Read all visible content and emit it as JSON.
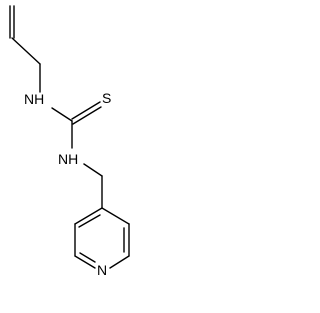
{
  "molecule": {
    "atoms": {
      "nh_top": "NH",
      "s": "S",
      "nh_bottom": "NH",
      "n_pyridine": "N"
    }
  }
}
